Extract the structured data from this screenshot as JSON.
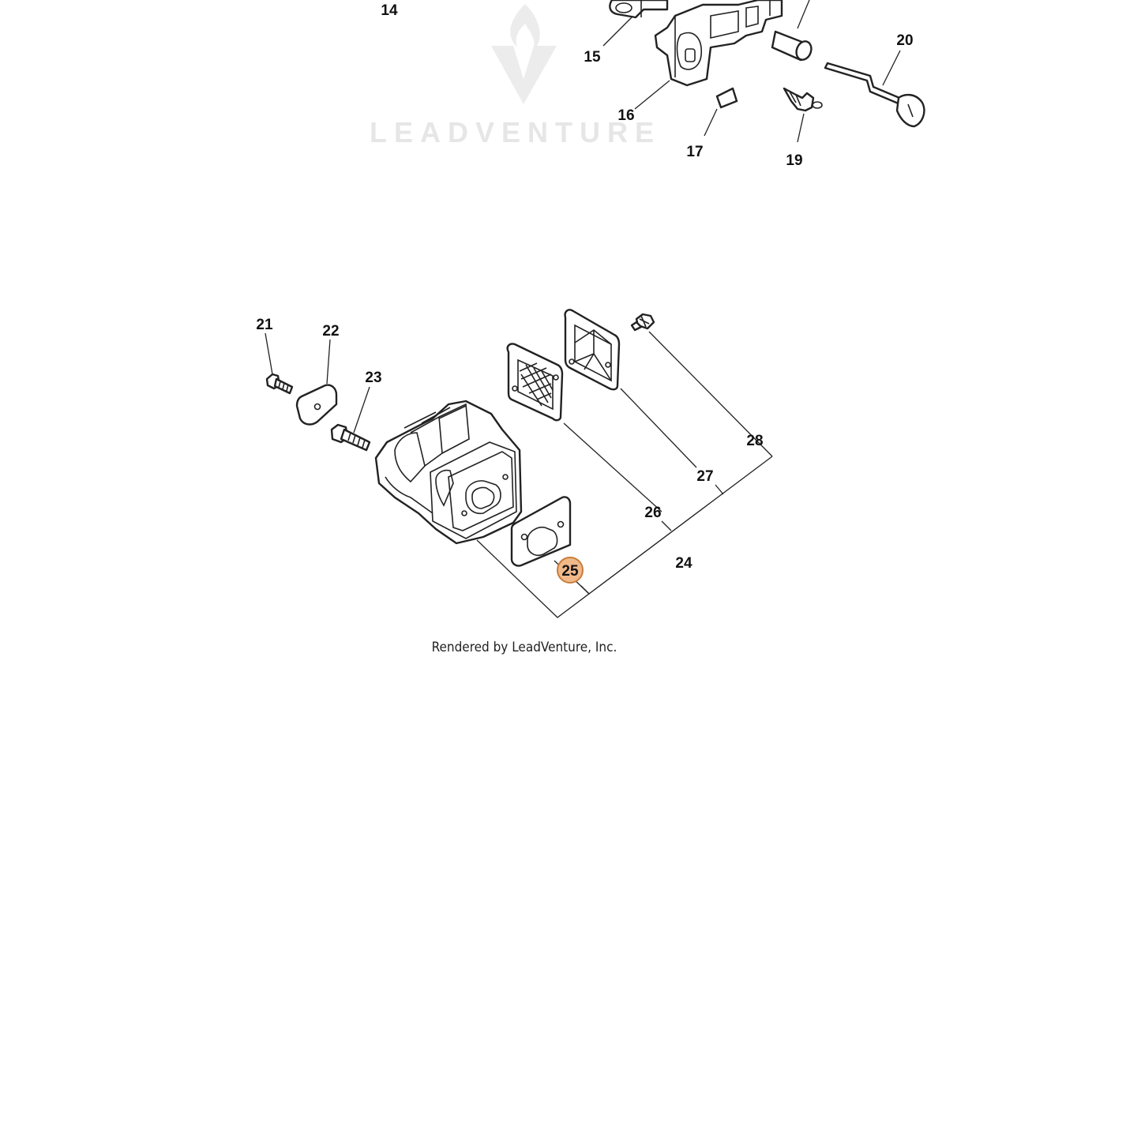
{
  "watermark": {
    "brand": "LEADVENTURE"
  },
  "credit": "Rendered by LeadVenture, Inc.",
  "highlight_color": "#f0b98a",
  "highlight_stroke": "#c77d3b",
  "callouts": [
    {
      "id": "14",
      "label": "14"
    },
    {
      "id": "15",
      "label": "15"
    },
    {
      "id": "16",
      "label": "16"
    },
    {
      "id": "17",
      "label": "17"
    },
    {
      "id": "19",
      "label": "19"
    },
    {
      "id": "20",
      "label": "20"
    },
    {
      "id": "21",
      "label": "21"
    },
    {
      "id": "22",
      "label": "22"
    },
    {
      "id": "23",
      "label": "23"
    },
    {
      "id": "24",
      "label": "24"
    },
    {
      "id": "25",
      "label": "25",
      "highlighted": true
    },
    {
      "id": "26",
      "label": "26"
    },
    {
      "id": "27",
      "label": "27"
    },
    {
      "id": "28",
      "label": "28"
    }
  ]
}
